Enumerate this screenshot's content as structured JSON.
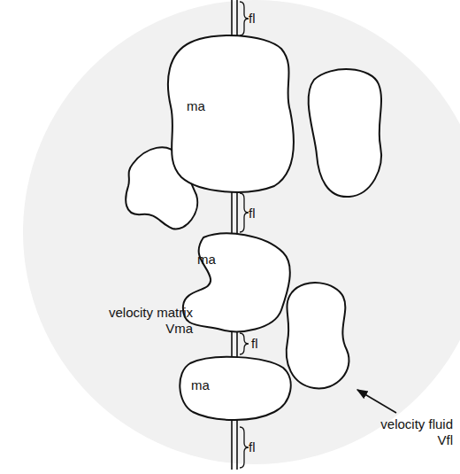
{
  "diagram": {
    "nodes": [
      {
        "text": [
          "ma"
        ]
      },
      {
        "text": [
          "ma"
        ]
      },
      {
        "text": [
          "ma"
        ]
      }
    ],
    "labels": [
      "fl",
      "fl",
      "fl",
      "fl",
      "velocity matrix Vma",
      "velocity fluid Vfl"
    ]
  }
}
